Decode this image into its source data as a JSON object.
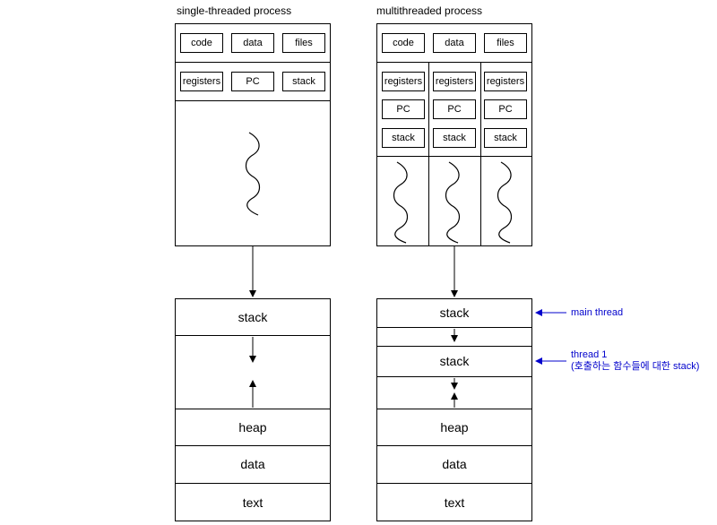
{
  "single": {
    "title": "single-threaded process",
    "row1": [
      "code",
      "data",
      "files"
    ],
    "row2": [
      "registers",
      "PC",
      "stack"
    ],
    "memory": [
      "stack",
      "heap",
      "data",
      "text"
    ]
  },
  "multi": {
    "title": "multithreaded process",
    "row1": [
      "code",
      "data",
      "files"
    ],
    "thread_boxes": [
      "registers",
      "PC",
      "stack"
    ],
    "memory": [
      "stack",
      "stack",
      "heap",
      "data",
      "text"
    ]
  },
  "annotations": {
    "main_thread": "main thread",
    "thread1_line1": "thread 1",
    "thread1_line2": "(호출하는 함수들에 대한 stack)"
  },
  "colors": {
    "annotation": "#0000cc",
    "line": "#000000"
  }
}
